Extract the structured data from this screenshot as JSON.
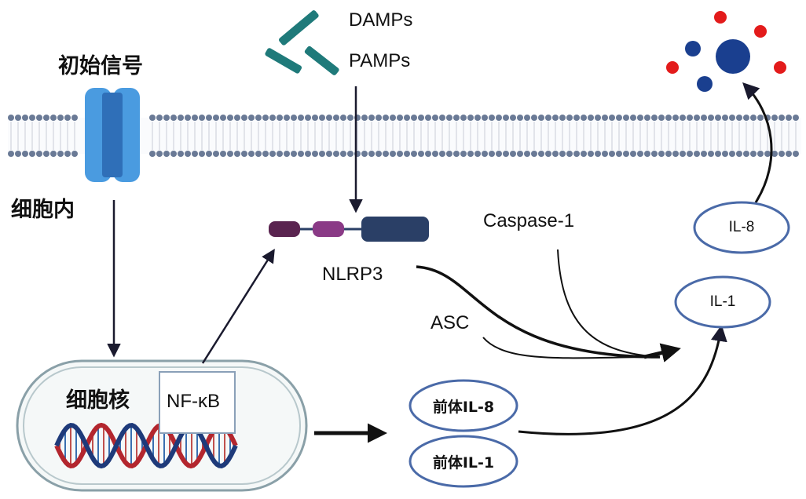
{
  "labels": {
    "initial_signal": "初始信号",
    "intracellular": "细胞内",
    "nucleus": "细胞核",
    "nfkb": "NF-κB",
    "damps": "DAMPs",
    "pamps": "PAMPs",
    "nlrp3": "NLRP3",
    "caspase1": "Caspase-1",
    "asc": "ASC",
    "il8": "IL-8",
    "il1": "IL-1",
    "pro_il8": "前体IL-8",
    "pro_il1": "前体IL-1"
  },
  "colors": {
    "membrane_head": "#6a7a96",
    "membrane_line": "#c9ced8",
    "channel": "#4a9be0",
    "channel_dark": "#2f6fb8",
    "nucleus_outline": "#8aa0a8",
    "nucleus_fill": "#f5f8f8",
    "dna_blue": "#1e3a7a",
    "dna_red": "#b3262e",
    "nlrp3_domain1": "#5a2450",
    "nlrp3_domain2": "#8a3a86",
    "nlrp3_domain3": "#2a3f66",
    "damps_particle": "#1f7a7a",
    "ellipse_stroke": "#4a6aa8",
    "cytokine_blue": "#1a3f8f",
    "cytokine_red": "#e31b1b",
    "arrow": "#1a1a2e"
  }
}
